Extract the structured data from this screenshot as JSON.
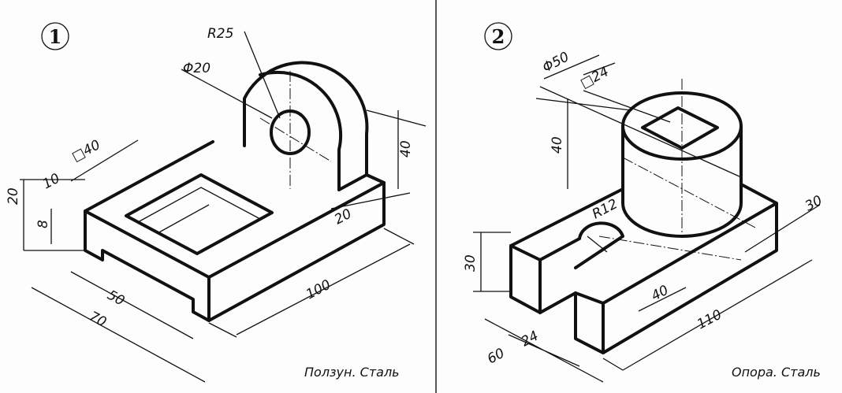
{
  "drawing_1": {
    "number": "1",
    "caption": "Ползун. Сталь",
    "dimensions": {
      "r25": "R25",
      "d20": "Φ20",
      "sq40": "□40",
      "d10": "10",
      "d20a": "20",
      "d8": "8",
      "d40": "40",
      "d20b": "20",
      "d50": "50",
      "d70": "70",
      "d100": "100"
    }
  },
  "drawing_2": {
    "number": "2",
    "caption": "Опора. Сталь",
    "dimensions": {
      "d50": "Φ50",
      "sq24": "□24",
      "h40": "40",
      "r12": "R12",
      "h30": "30",
      "w30": "30",
      "d40": "40",
      "d110": "110",
      "d24": "24",
      "d60": "60"
    }
  }
}
